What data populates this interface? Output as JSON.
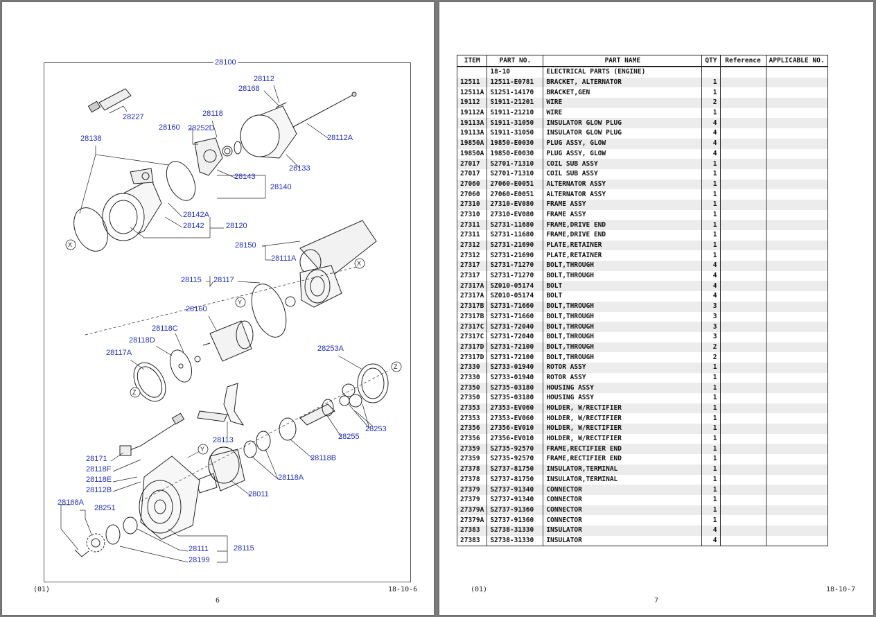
{
  "left_page": {
    "frame_label": "28100",
    "labels": [
      "28112",
      "28168",
      "28227",
      "28118",
      "28160",
      "28252D",
      "28112A",
      "28138",
      "28143",
      "28133",
      "28140",
      "28142A",
      "28142",
      "28120",
      "28150",
      "28111A",
      "28115",
      "28117",
      "28160",
      "28118C",
      "28118D",
      "28117A",
      "28253A",
      "28113",
      "28255",
      "28253",
      "28171",
      "28118F",
      "28118E",
      "28112B",
      "28118B",
      "28118A",
      "28011",
      "28168A",
      "28251",
      "28111",
      "28115",
      "28199"
    ],
    "markers": [
      "X",
      "X",
      "Y",
      "Y",
      "Z",
      "Z"
    ],
    "footer_left": "(01)",
    "page_number": "6",
    "footer_right": "18-10-6"
  },
  "right_page": {
    "columns": [
      "ITEM",
      "PART NO.",
      "PART NAME",
      "QTY",
      "Reference",
      "APPLICABLE NO."
    ],
    "rows": [
      [
        "",
        "18-10",
        "ELECTRICAL PARTS (ENGINE)",
        ""
      ],
      [
        "12511",
        "12511-E0781",
        "BRACKET, ALTERNATOR",
        "1"
      ],
      [
        "12511A",
        "S1251-14170",
        "BRACKET,GEN",
        "1"
      ],
      [
        "19112",
        "S1911-21201",
        "WIRE",
        "2"
      ],
      [
        "19112A",
        "S1911-21210",
        "WIRE",
        "1"
      ],
      [
        "19113A",
        "S1911-31050",
        "INSULATOR GLOW PLUG",
        "4"
      ],
      [
        "19113A",
        "S1911-31050",
        "INSULATOR GLOW PLUG",
        "4"
      ],
      [
        "19850A",
        "19850-E0030",
        "PLUG ASSY, GLOW",
        "4"
      ],
      [
        "19850A",
        "19850-E0030",
        "PLUG ASSY, GLOW",
        "4"
      ],
      [
        "27017",
        "S2701-71310",
        "COIL SUB ASSY",
        "1"
      ],
      [
        "27017",
        "S2701-71310",
        "COIL SUB ASSY",
        "1"
      ],
      [
        "27060",
        "27060-E0051",
        "ALTERNATOR ASSY",
        "1"
      ],
      [
        "27060",
        "27060-E0051",
        "ALTERNATOR ASSY",
        "1"
      ],
      [
        "27310",
        "27310-EV080",
        "FRAME ASSY",
        "1"
      ],
      [
        "27310",
        "27310-EV080",
        "FRAME ASSY",
        "1"
      ],
      [
        "27311",
        "S2731-11680",
        "FRAME,DRIVE END",
        "1"
      ],
      [
        "27311",
        "S2731-11680",
        "FRAME,DRIVE END",
        "1"
      ],
      [
        "27312",
        "S2731-21690",
        "PLATE,RETAINER",
        "1"
      ],
      [
        "27312",
        "S2731-21690",
        "PLATE,RETAINER",
        "1"
      ],
      [
        "27317",
        "S2731-71270",
        "BOLT,THROUGH",
        "4"
      ],
      [
        "27317",
        "S2731-71270",
        "BOLT,THROUGH",
        "4"
      ],
      [
        "27317A",
        "SZ010-05174",
        "BOLT",
        "4"
      ],
      [
        "27317A",
        "SZ010-05174",
        "BOLT",
        "4"
      ],
      [
        "27317B",
        "S2731-71660",
        "BOLT,THROUGH",
        "3"
      ],
      [
        "27317B",
        "S2731-71660",
        "BOLT,THROUGH",
        "3"
      ],
      [
        "27317C",
        "S2731-72040",
        "BOLT,THROUGH",
        "3"
      ],
      [
        "27317C",
        "S2731-72040",
        "BOLT,THROUGH",
        "3"
      ],
      [
        "27317D",
        "S2731-72100",
        "BOLT,THROUGH",
        "2"
      ],
      [
        "27317D",
        "S2731-72100",
        "BOLT,THROUGH",
        "2"
      ],
      [
        "27330",
        "S2733-01940",
        "ROTOR ASSY",
        "1"
      ],
      [
        "27330",
        "S2733-01940",
        "ROTOR ASSY",
        "1"
      ],
      [
        "27350",
        "S2735-03180",
        "HOUSING ASSY",
        "1"
      ],
      [
        "27350",
        "S2735-03180",
        "HOUSING ASSY",
        "1"
      ],
      [
        "27353",
        "27353-EV060",
        "HOLDER, W/RECTIFIER",
        "1"
      ],
      [
        "27353",
        "27353-EV060",
        "HOLDER, W/RECTIFIER",
        "1"
      ],
      [
        "27356",
        "27356-EV010",
        "HOLDER, W/RECTIFIER",
        "1"
      ],
      [
        "27356",
        "27356-EV010",
        "HOLDER, W/RECTIFIER",
        "1"
      ],
      [
        "27359",
        "S2735-92570",
        "FRAME,RECTIFIER END",
        "1"
      ],
      [
        "27359",
        "S2735-92570",
        "FRAME,RECTIFIER END",
        "1"
      ],
      [
        "27378",
        "S2737-81750",
        "INSULATOR,TERMINAL",
        "1"
      ],
      [
        "27378",
        "S2737-81750",
        "INSULATOR,TERMINAL",
        "1"
      ],
      [
        "27379",
        "S2737-91340",
        "CONNECTOR",
        "1"
      ],
      [
        "27379",
        "S2737-91340",
        "CONNECTOR",
        "1"
      ],
      [
        "27379A",
        "S2737-91360",
        "CONNECTOR",
        "1"
      ],
      [
        "27379A",
        "S2737-91360",
        "CONNECTOR",
        "1"
      ],
      [
        "27383",
        "S2738-31330",
        "INSULATOR",
        "4"
      ],
      [
        "27383",
        "S2738-31330",
        "INSULATOR",
        "4"
      ]
    ],
    "footer_left": "(01)",
    "page_number": "7",
    "footer_right": "18-10-7"
  },
  "colors": {
    "label_blue": "#1f2dbf",
    "row_shade": "#ececec"
  }
}
